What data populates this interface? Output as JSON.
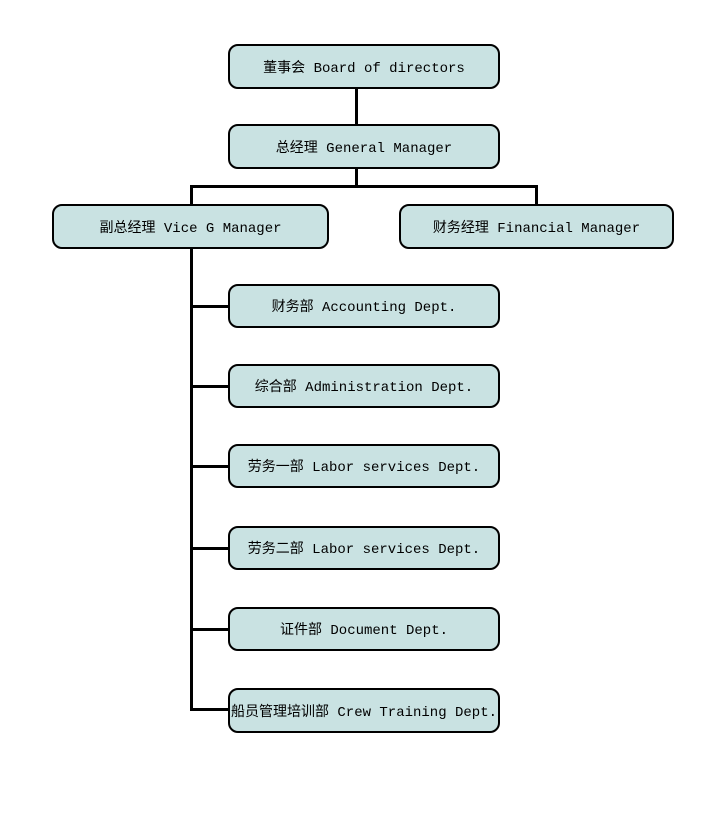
{
  "diagram": {
    "type": "org-chart",
    "background_color": "#ffffff",
    "node_fill_color": "#c9e2e2",
    "node_border_color": "#000000",
    "connector_color": "#000000",
    "text_color": "#000000",
    "nodes": [
      {
        "id": "board",
        "label": "董事会 Board of directors"
      },
      {
        "id": "general-manager",
        "label": "总经理 General Manager"
      },
      {
        "id": "vice-gm",
        "label": "副总经理 Vice G Manager"
      },
      {
        "id": "financial-manager",
        "label": "财务经理 Financial Manager"
      },
      {
        "id": "accounting-dept",
        "label": "财务部 Accounting Dept."
      },
      {
        "id": "administration-dept",
        "label": "综合部 Administration Dept."
      },
      {
        "id": "labor-services-dept-1",
        "label": "劳务一部 Labor services Dept."
      },
      {
        "id": "labor-services-dept-2",
        "label": "劳务二部 Labor services Dept."
      },
      {
        "id": "document-dept",
        "label": "证件部 Document Dept."
      },
      {
        "id": "crew-training-dept",
        "label": "船员管理培训部 Crew Training Dept."
      }
    ],
    "edges": [
      {
        "from": "board",
        "to": "general-manager"
      },
      {
        "from": "general-manager",
        "to": "vice-gm"
      },
      {
        "from": "general-manager",
        "to": "financial-manager"
      },
      {
        "from": "vice-gm",
        "to": "accounting-dept"
      },
      {
        "from": "vice-gm",
        "to": "administration-dept"
      },
      {
        "from": "vice-gm",
        "to": "labor-services-dept-1"
      },
      {
        "from": "vice-gm",
        "to": "labor-services-dept-2"
      },
      {
        "from": "vice-gm",
        "to": "document-dept"
      },
      {
        "from": "vice-gm",
        "to": "crew-training-dept"
      }
    ]
  }
}
